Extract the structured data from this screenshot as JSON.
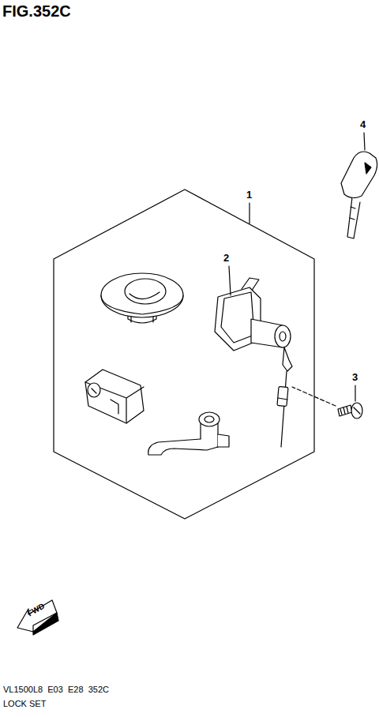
{
  "diagram": {
    "title": "FIG.352C",
    "labels": [
      "1",
      "2",
      "3",
      "4",
      "FWD",
      "VL1500L8  E03  E28  352C",
      "LOCK SET"
    ]
  }
}
